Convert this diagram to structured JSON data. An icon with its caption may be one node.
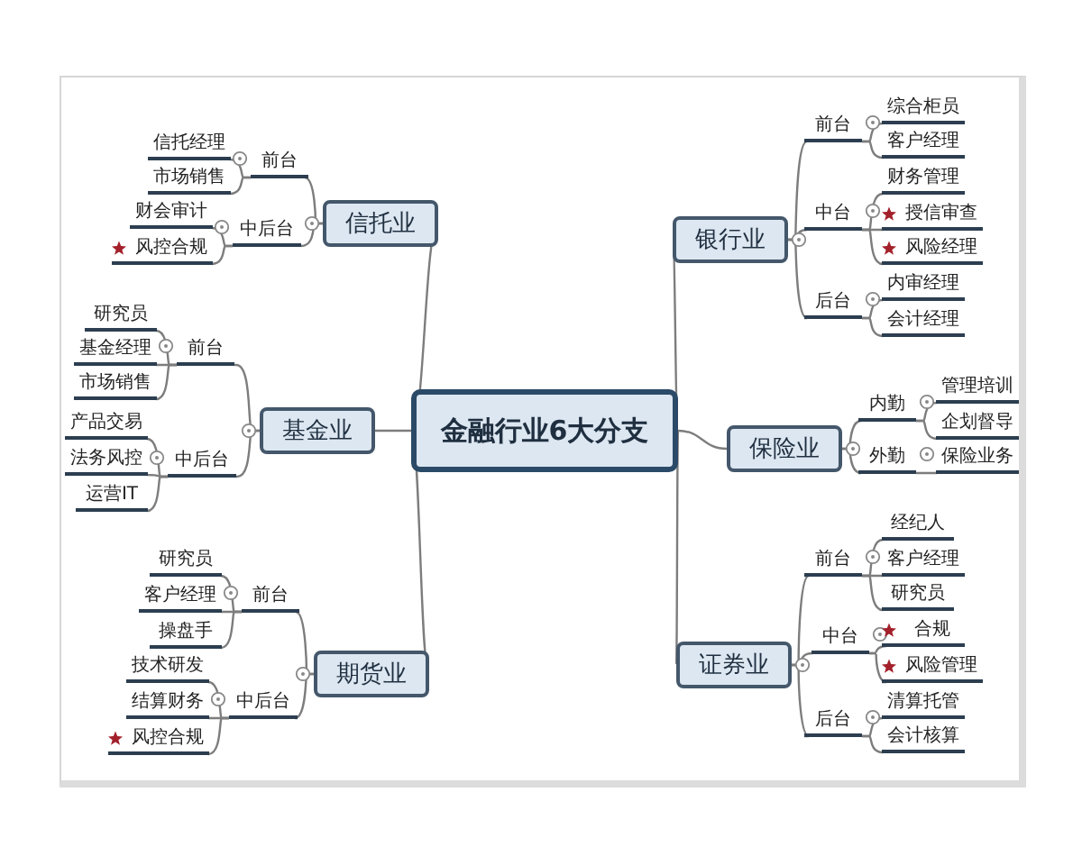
{
  "diagram": {
    "nodes": [
      {
        "text": [
          "金融行业6大分支"
        ]
      },
      {
        "text": [
          "信托业"
        ]
      },
      {
        "text": [
          "前台"
        ]
      },
      {
        "text": [
          "信托经理"
        ]
      },
      {
        "text": [
          "市场销售"
        ]
      },
      {
        "text": [
          "中后台"
        ]
      },
      {
        "text": [
          "财会审计"
        ]
      },
      {
        "text": [
          "风控合规"
        ]
      },
      {
        "text": [
          "基金业"
        ]
      },
      {
        "text": [
          "前台"
        ]
      },
      {
        "text": [
          "研究员"
        ]
      },
      {
        "text": [
          "基金经理"
        ]
      },
      {
        "text": [
          "市场销售"
        ]
      },
      {
        "text": [
          "中后台"
        ]
      },
      {
        "text": [
          "产品交易"
        ]
      },
      {
        "text": [
          "法务风控"
        ]
      },
      {
        "text": [
          "运营IT"
        ]
      },
      {
        "text": [
          "期货业"
        ]
      },
      {
        "text": [
          "前台"
        ]
      },
      {
        "text": [
          "研究员"
        ]
      },
      {
        "text": [
          "客户经理"
        ]
      },
      {
        "text": [
          "操盘手"
        ]
      },
      {
        "text": [
          "中后台"
        ]
      },
      {
        "text": [
          "技术研发"
        ]
      },
      {
        "text": [
          "结算财务"
        ]
      },
      {
        "text": [
          "风控合规"
        ]
      },
      {
        "text": [
          "银行业"
        ]
      },
      {
        "text": [
          "前台"
        ]
      },
      {
        "text": [
          "综合柜员"
        ]
      },
      {
        "text": [
          "客户经理"
        ]
      },
      {
        "text": [
          "中台"
        ]
      },
      {
        "text": [
          "财务管理"
        ]
      },
      {
        "text": [
          "授信审查"
        ]
      },
      {
        "text": [
          "风险经理"
        ]
      },
      {
        "text": [
          "后台"
        ]
      },
      {
        "text": [
          "内审经理"
        ]
      },
      {
        "text": [
          "会计经理"
        ]
      },
      {
        "text": [
          "保险业"
        ]
      },
      {
        "text": [
          "内勤"
        ]
      },
      {
        "text": [
          "管理培训"
        ]
      },
      {
        "text": [
          "企划督导"
        ]
      },
      {
        "text": [
          "外勤"
        ]
      },
      {
        "text": [
          "保险业务"
        ]
      },
      {
        "text": [
          "证券业"
        ]
      },
      {
        "text": [
          "前台"
        ]
      },
      {
        "text": [
          "经纪人"
        ]
      },
      {
        "text": [
          "客户经理"
        ]
      },
      {
        "text": [
          "研究员"
        ]
      },
      {
        "text": [
          "中台"
        ]
      },
      {
        "text": [
          "合规"
        ]
      },
      {
        "text": [
          "风险管理"
        ]
      },
      {
        "text": [
          "后台"
        ]
      },
      {
        "text": [
          "清算托管"
        ]
      },
      {
        "text": [
          "会计核算"
        ]
      }
    ],
    "edges": [
      {
        "from": 0,
        "to": 1,
        "arrow": "none"
      },
      {
        "from": 0,
        "to": 8,
        "arrow": "none"
      },
      {
        "from": 0,
        "to": 17,
        "arrow": "none"
      },
      {
        "from": 0,
        "to": 26,
        "arrow": "none"
      },
      {
        "from": 0,
        "to": 37,
        "arrow": "none"
      },
      {
        "from": 0,
        "to": 43,
        "arrow": "none"
      },
      {
        "from": 1,
        "to": 2,
        "arrow": "none"
      },
      {
        "from": 2,
        "to": 3,
        "arrow": "none"
      },
      {
        "from": 2,
        "to": 4,
        "arrow": "none"
      },
      {
        "from": 1,
        "to": 5,
        "arrow": "none"
      },
      {
        "from": 5,
        "to": 6,
        "arrow": "none"
      },
      {
        "from": 5,
        "to": 7,
        "arrow": "none"
      },
      {
        "from": 8,
        "to": 9,
        "arrow": "none"
      },
      {
        "from": 9,
        "to": 10,
        "arrow": "none"
      },
      {
        "from": 9,
        "to": 11,
        "arrow": "none"
      },
      {
        "from": 9,
        "to": 12,
        "arrow": "none"
      },
      {
        "from": 8,
        "to": 13,
        "arrow": "none"
      },
      {
        "from": 13,
        "to": 14,
        "arrow": "none"
      },
      {
        "from": 13,
        "to": 15,
        "arrow": "none"
      },
      {
        "from": 13,
        "to": 16,
        "arrow": "none"
      },
      {
        "from": 17,
        "to": 18,
        "arrow": "none"
      },
      {
        "from": 18,
        "to": 19,
        "arrow": "none"
      },
      {
        "from": 18,
        "to": 20,
        "arrow": "none"
      },
      {
        "from": 18,
        "to": 21,
        "arrow": "none"
      },
      {
        "from": 17,
        "to": 22,
        "arrow": "none"
      },
      {
        "from": 22,
        "to": 23,
        "arrow": "none"
      },
      {
        "from": 22,
        "to": 24,
        "arrow": "none"
      },
      {
        "from": 22,
        "to": 25,
        "arrow": "none"
      },
      {
        "from": 26,
        "to": 27,
        "arrow": "none"
      },
      {
        "from": 27,
        "to": 28,
        "arrow": "none"
      },
      {
        "from": 27,
        "to": 29,
        "arrow": "none"
      },
      {
        "from": 26,
        "to": 30,
        "arrow": "none"
      },
      {
        "from": 30,
        "to": 31,
        "arrow": "none"
      },
      {
        "from": 30,
        "to": 32,
        "arrow": "none"
      },
      {
        "from": 30,
        "to": 33,
        "arrow": "none"
      },
      {
        "from": 26,
        "to": 34,
        "arrow": "none"
      },
      {
        "from": 34,
        "to": 35,
        "arrow": "none"
      },
      {
        "from": 34,
        "to": 36,
        "arrow": "none"
      },
      {
        "from": 37,
        "to": 38,
        "arrow": "none"
      },
      {
        "from": 38,
        "to": 39,
        "arrow": "none"
      },
      {
        "from": 38,
        "to": 40,
        "arrow": "none"
      },
      {
        "from": 37,
        "to": 41,
        "arrow": "none"
      },
      {
        "from": 41,
        "to": 42,
        "arrow": "none"
      },
      {
        "from": 43,
        "to": 44,
        "arrow": "none"
      },
      {
        "from": 44,
        "to": 45,
        "arrow": "none"
      },
      {
        "from": 44,
        "to": 46,
        "arrow": "none"
      },
      {
        "from": 44,
        "to": 47,
        "arrow": "none"
      },
      {
        "from": 43,
        "to": 48,
        "arrow": "none"
      },
      {
        "from": 48,
        "to": 49,
        "arrow": "none"
      },
      {
        "from": 48,
        "to": 50,
        "arrow": "none"
      },
      {
        "from": 43,
        "to": 51,
        "arrow": "none"
      },
      {
        "from": 51,
        "to": 52,
        "arrow": "none"
      },
      {
        "from": 51,
        "to": 53,
        "arrow": "none"
      }
    ]
  }
}
